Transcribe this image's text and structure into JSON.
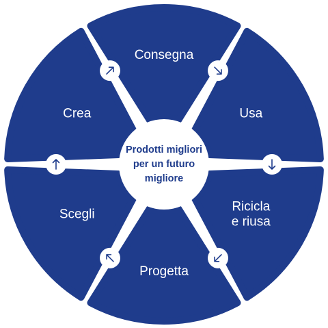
{
  "diagram": {
    "center_lines": [
      "Prodotti migliori",
      "per un futuro",
      "migliore"
    ],
    "segments": [
      {
        "id": "consegna",
        "lines": [
          "Consegna"
        ]
      },
      {
        "id": "usa",
        "lines": [
          "Usa"
        ]
      },
      {
        "id": "ricicla-e-riusa",
        "lines": [
          "Ricicla",
          "e riusa"
        ]
      },
      {
        "id": "progetta",
        "lines": [
          "Progetta"
        ]
      },
      {
        "id": "scegli",
        "lines": [
          "Scegli"
        ]
      },
      {
        "id": "crea",
        "lines": [
          "Crea"
        ]
      }
    ],
    "arrows": [
      {
        "id": "consegna-usa",
        "direction": "down-right"
      },
      {
        "id": "usa-ricicla",
        "direction": "down"
      },
      {
        "id": "ricicla-progetta",
        "direction": "down-left"
      },
      {
        "id": "progetta-scegli",
        "direction": "up-left"
      },
      {
        "id": "scegli-crea",
        "direction": "up"
      },
      {
        "id": "crea-consegna",
        "direction": "up-right"
      }
    ],
    "colors": {
      "segment_fill": "#1f3c8c",
      "center_text": "#1f3c8c",
      "background": "#ffffff",
      "arrow_circle": "#ffffff"
    }
  }
}
